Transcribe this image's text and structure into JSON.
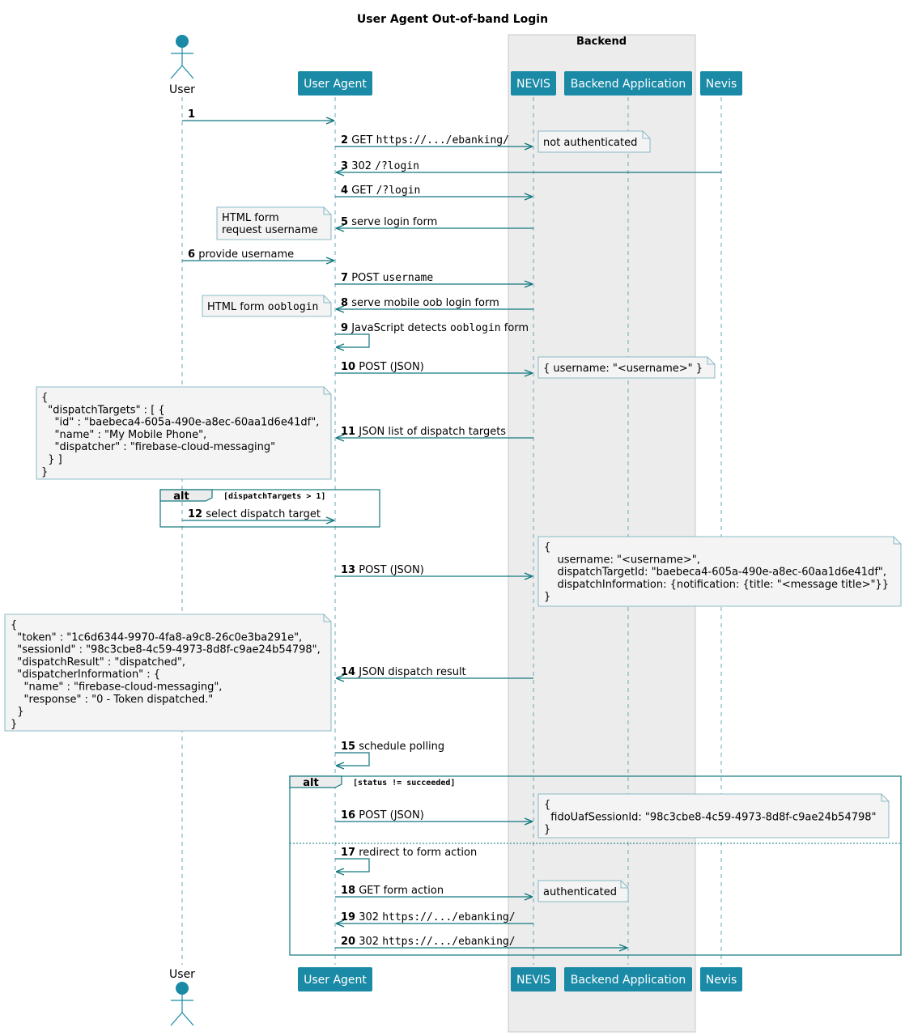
{
  "title": "User Agent Out-of-band Login",
  "box": {
    "label": "Backend"
  },
  "participants": [
    {
      "id": "user",
      "label": "User",
      "kind": "actor"
    },
    {
      "id": "ua",
      "label": "User Agent",
      "kind": "participant"
    },
    {
      "id": "nevis_backend",
      "label": "NEVIS",
      "kind": "participant"
    },
    {
      "id": "backend_app",
      "label": "Backend Application",
      "kind": "participant"
    },
    {
      "id": "nevis_ext",
      "label": "Nevis",
      "kind": "participant"
    }
  ],
  "messages": [
    {
      "num": "1",
      "from": "user",
      "to": "ua",
      "parts": []
    },
    {
      "num": "2",
      "from": "ua",
      "to": "nevis_backend",
      "parts": [
        {
          "t": "GET "
        },
        {
          "t": "https://.../ebanking/",
          "mono": true
        }
      ]
    },
    {
      "num": "3",
      "from": "nevis_ext",
      "to": "ua",
      "parts": [
        {
          "t": "302 "
        },
        {
          "t": "/?login",
          "mono": true
        }
      ]
    },
    {
      "num": "4",
      "from": "ua",
      "to": "nevis_backend",
      "parts": [
        {
          "t": "GET "
        },
        {
          "t": "/?login",
          "mono": true
        }
      ]
    },
    {
      "num": "5",
      "from": "nevis_backend",
      "to": "ua",
      "parts": [
        {
          "t": "serve login form"
        }
      ]
    },
    {
      "num": "6",
      "from": "user",
      "to": "ua",
      "parts": [
        {
          "t": "provide username"
        }
      ]
    },
    {
      "num": "7",
      "from": "ua",
      "to": "nevis_backend",
      "parts": [
        {
          "t": "POST "
        },
        {
          "t": "username",
          "mono": true
        }
      ]
    },
    {
      "num": "8",
      "from": "nevis_backend",
      "to": "ua",
      "parts": [
        {
          "t": "serve mobile oob login form"
        }
      ]
    },
    {
      "num": "9",
      "from": "ua",
      "to": "ua",
      "parts": [
        {
          "t": "JavaScript detects "
        },
        {
          "t": "ooblogin",
          "mono": true
        },
        {
          "t": " form"
        }
      ]
    },
    {
      "num": "10",
      "from": "ua",
      "to": "nevis_backend",
      "parts": [
        {
          "t": "POST (JSON)"
        }
      ]
    },
    {
      "num": "11",
      "from": "nevis_backend",
      "to": "ua",
      "parts": [
        {
          "t": "JSON list of dispatch targets"
        }
      ]
    },
    {
      "num": "12",
      "from": "user",
      "to": "ua",
      "parts": [
        {
          "t": "select dispatch target"
        }
      ]
    },
    {
      "num": "13",
      "from": "ua",
      "to": "nevis_backend",
      "parts": [
        {
          "t": "POST (JSON)"
        }
      ]
    },
    {
      "num": "14",
      "from": "nevis_backend",
      "to": "ua",
      "parts": [
        {
          "t": "JSON dispatch result"
        }
      ]
    },
    {
      "num": "15",
      "from": "ua",
      "to": "ua",
      "parts": [
        {
          "t": "schedule polling"
        }
      ]
    },
    {
      "num": "16",
      "from": "ua",
      "to": "nevis_backend",
      "parts": [
        {
          "t": "POST (JSON)"
        }
      ]
    },
    {
      "num": "17",
      "from": "ua",
      "to": "ua",
      "parts": [
        {
          "t": "redirect to form action"
        }
      ]
    },
    {
      "num": "18",
      "from": "ua",
      "to": "nevis_backend",
      "parts": [
        {
          "t": "GET form action"
        }
      ]
    },
    {
      "num": "19",
      "from": "nevis_backend",
      "to": "ua",
      "parts": [
        {
          "t": "302 "
        },
        {
          "t": "https://.../ebanking/",
          "mono": true
        }
      ]
    },
    {
      "num": "20",
      "from": "ua",
      "to": "backend_app",
      "parts": [
        {
          "t": "302 "
        },
        {
          "t": "https://.../ebanking/",
          "mono": true
        }
      ]
    }
  ],
  "notes": [
    {
      "id": "n2",
      "lines": [
        [
          {
            "t": "not authenticated"
          }
        ]
      ]
    },
    {
      "id": "n5",
      "lines": [
        [
          {
            "t": "HTML form"
          }
        ],
        [
          {
            "t": "request username"
          }
        ]
      ]
    },
    {
      "id": "n8",
      "lines": [
        [
          {
            "t": "HTML form "
          },
          {
            "t": "ooblogin",
            "mono": true
          }
        ]
      ]
    },
    {
      "id": "n10",
      "lines": [
        [
          {
            "t": "{ username: \"<username>\" }"
          }
        ]
      ]
    },
    {
      "id": "n11",
      "lines": [
        [
          {
            "t": "{"
          }
        ],
        [
          {
            "t": "  \"dispatchTargets\" : [ {"
          }
        ],
        [
          {
            "t": "    \"id\" : \"baebeca4-605a-490e-a8ec-60aa1d6e41df\","
          }
        ],
        [
          {
            "t": "    \"name\" : \"My Mobile Phone\","
          }
        ],
        [
          {
            "t": "    \"dispatcher\" : \"firebase-cloud-messaging\""
          }
        ],
        [
          {
            "t": "  } ]"
          }
        ],
        [
          {
            "t": "}"
          }
        ]
      ]
    },
    {
      "id": "n13",
      "lines": [
        [
          {
            "t": "{"
          }
        ],
        [
          {
            "t": "    username: \"<username>\","
          }
        ],
        [
          {
            "t": "    dispatchTargetId: \"baebeca4-605a-490e-a8ec-60aa1d6e41df\","
          }
        ],
        [
          {
            "t": "    dispatchInformation: {notification: {title: \"<message title>\"}}"
          }
        ],
        [
          {
            "t": "}"
          }
        ]
      ]
    },
    {
      "id": "n14",
      "lines": [
        [
          {
            "t": "{"
          }
        ],
        [
          {
            "t": "  \"token\" : \"1c6d6344-9970-4fa8-a9c8-26c0e3ba291e\","
          }
        ],
        [
          {
            "t": "  \"sessionId\" : \"98c3cbe8-4c59-4973-8d8f-c9ae24b54798\","
          }
        ],
        [
          {
            "t": "  \"dispatchResult\" : \"dispatched\","
          }
        ],
        [
          {
            "t": "  \"dispatcherInformation\" : {"
          }
        ],
        [
          {
            "t": "    \"name\" : \"firebase-cloud-messaging\","
          }
        ],
        [
          {
            "t": "    \"response\" : \"0 - Token dispatched.\""
          }
        ],
        [
          {
            "t": "  }"
          }
        ],
        [
          {
            "t": "}"
          }
        ]
      ]
    },
    {
      "id": "n16",
      "lines": [
        [
          {
            "t": "{"
          }
        ],
        [
          {
            "t": "  fidoUafSessionId: \"98c3cbe8-4c59-4973-8d8f-c9ae24b54798\""
          }
        ],
        [
          {
            "t": "}"
          }
        ]
      ]
    },
    {
      "id": "n18",
      "lines": [
        [
          {
            "t": "authenticated"
          }
        ]
      ]
    }
  ],
  "fragments": [
    {
      "id": "alt1",
      "keyword": "alt",
      "condition": "[dispatchTargets > 1]"
    },
    {
      "id": "alt2",
      "keyword": "alt",
      "condition": "[status != succeeded]"
    }
  ],
  "colors": {
    "participant_fill": "#1a8aa6",
    "participant_text": "#ffffff",
    "arrow": "#12787f",
    "lifeline": "#6aa9b8",
    "note_fill": "#f4f4f4",
    "note_border": "#6aa9b8",
    "box_fill": "#ececec",
    "box_border": "#c8c8c8",
    "fragment_border": "#12787f",
    "fragment_tab_fill": "#ececec"
  }
}
